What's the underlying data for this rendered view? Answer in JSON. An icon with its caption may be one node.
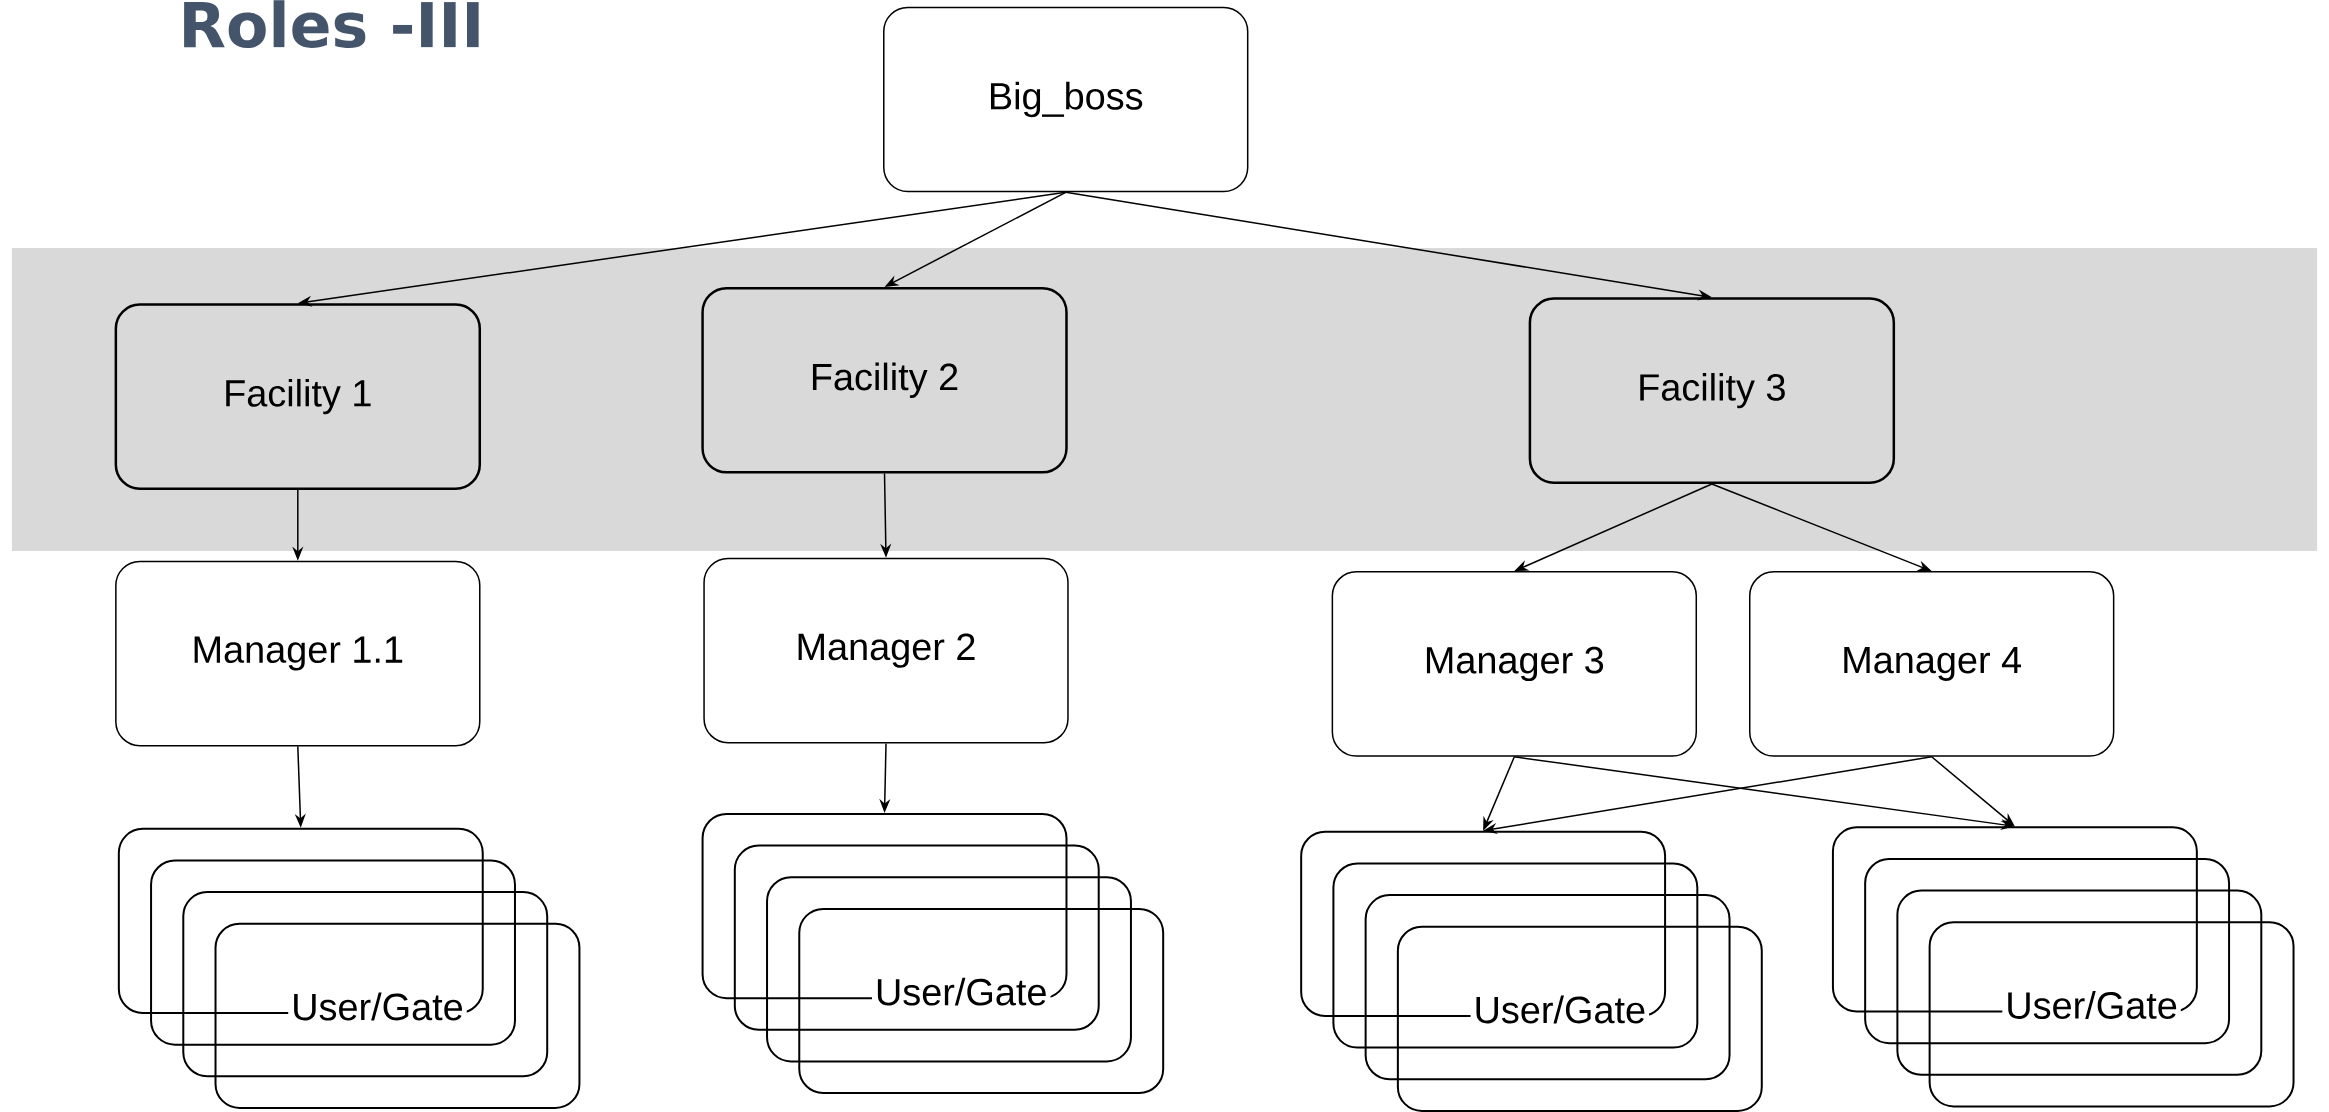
{
  "diagram": {
    "title": "Roles -III",
    "nodes": [
      {
        "text": [
          "Big_boss"
        ]
      },
      {
        "text": [
          "Facility 1"
        ]
      },
      {
        "text": [
          "Facility 2"
        ]
      },
      {
        "text": [
          "Facility 3"
        ]
      },
      {
        "text": [
          "Manager 1.1"
        ]
      },
      {
        "text": [
          "Manager 2"
        ]
      },
      {
        "text": [
          "Manager 3"
        ]
      },
      {
        "text": [
          "Manager 4"
        ]
      },
      {
        "text": [
          "User/Gate"
        ]
      },
      {
        "text": [
          "User/Gate"
        ]
      },
      {
        "text": [
          "User/Gate"
        ]
      },
      {
        "text": [
          "User/Gate"
        ]
      }
    ],
    "edges": [
      {
        "from": 0,
        "to": 1,
        "arrow": "to"
      },
      {
        "from": 0,
        "to": 2,
        "arrow": "to"
      },
      {
        "from": 0,
        "to": 3,
        "arrow": "to"
      },
      {
        "from": 1,
        "to": 4,
        "arrow": "to"
      },
      {
        "from": 2,
        "to": 5,
        "arrow": "to"
      },
      {
        "from": 3,
        "to": 6,
        "arrow": "to"
      },
      {
        "from": 3,
        "to": 7,
        "arrow": "to"
      },
      {
        "from": 4,
        "to": 8,
        "arrow": "to"
      },
      {
        "from": 5,
        "to": 9,
        "arrow": "to"
      },
      {
        "from": 6,
        "to": 10,
        "arrow": "to"
      },
      {
        "from": 6,
        "to": 11,
        "arrow": "to"
      },
      {
        "from": 7,
        "to": 10,
        "arrow": "to"
      },
      {
        "from": 7,
        "to": 11,
        "arrow": "to"
      }
    ]
  }
}
